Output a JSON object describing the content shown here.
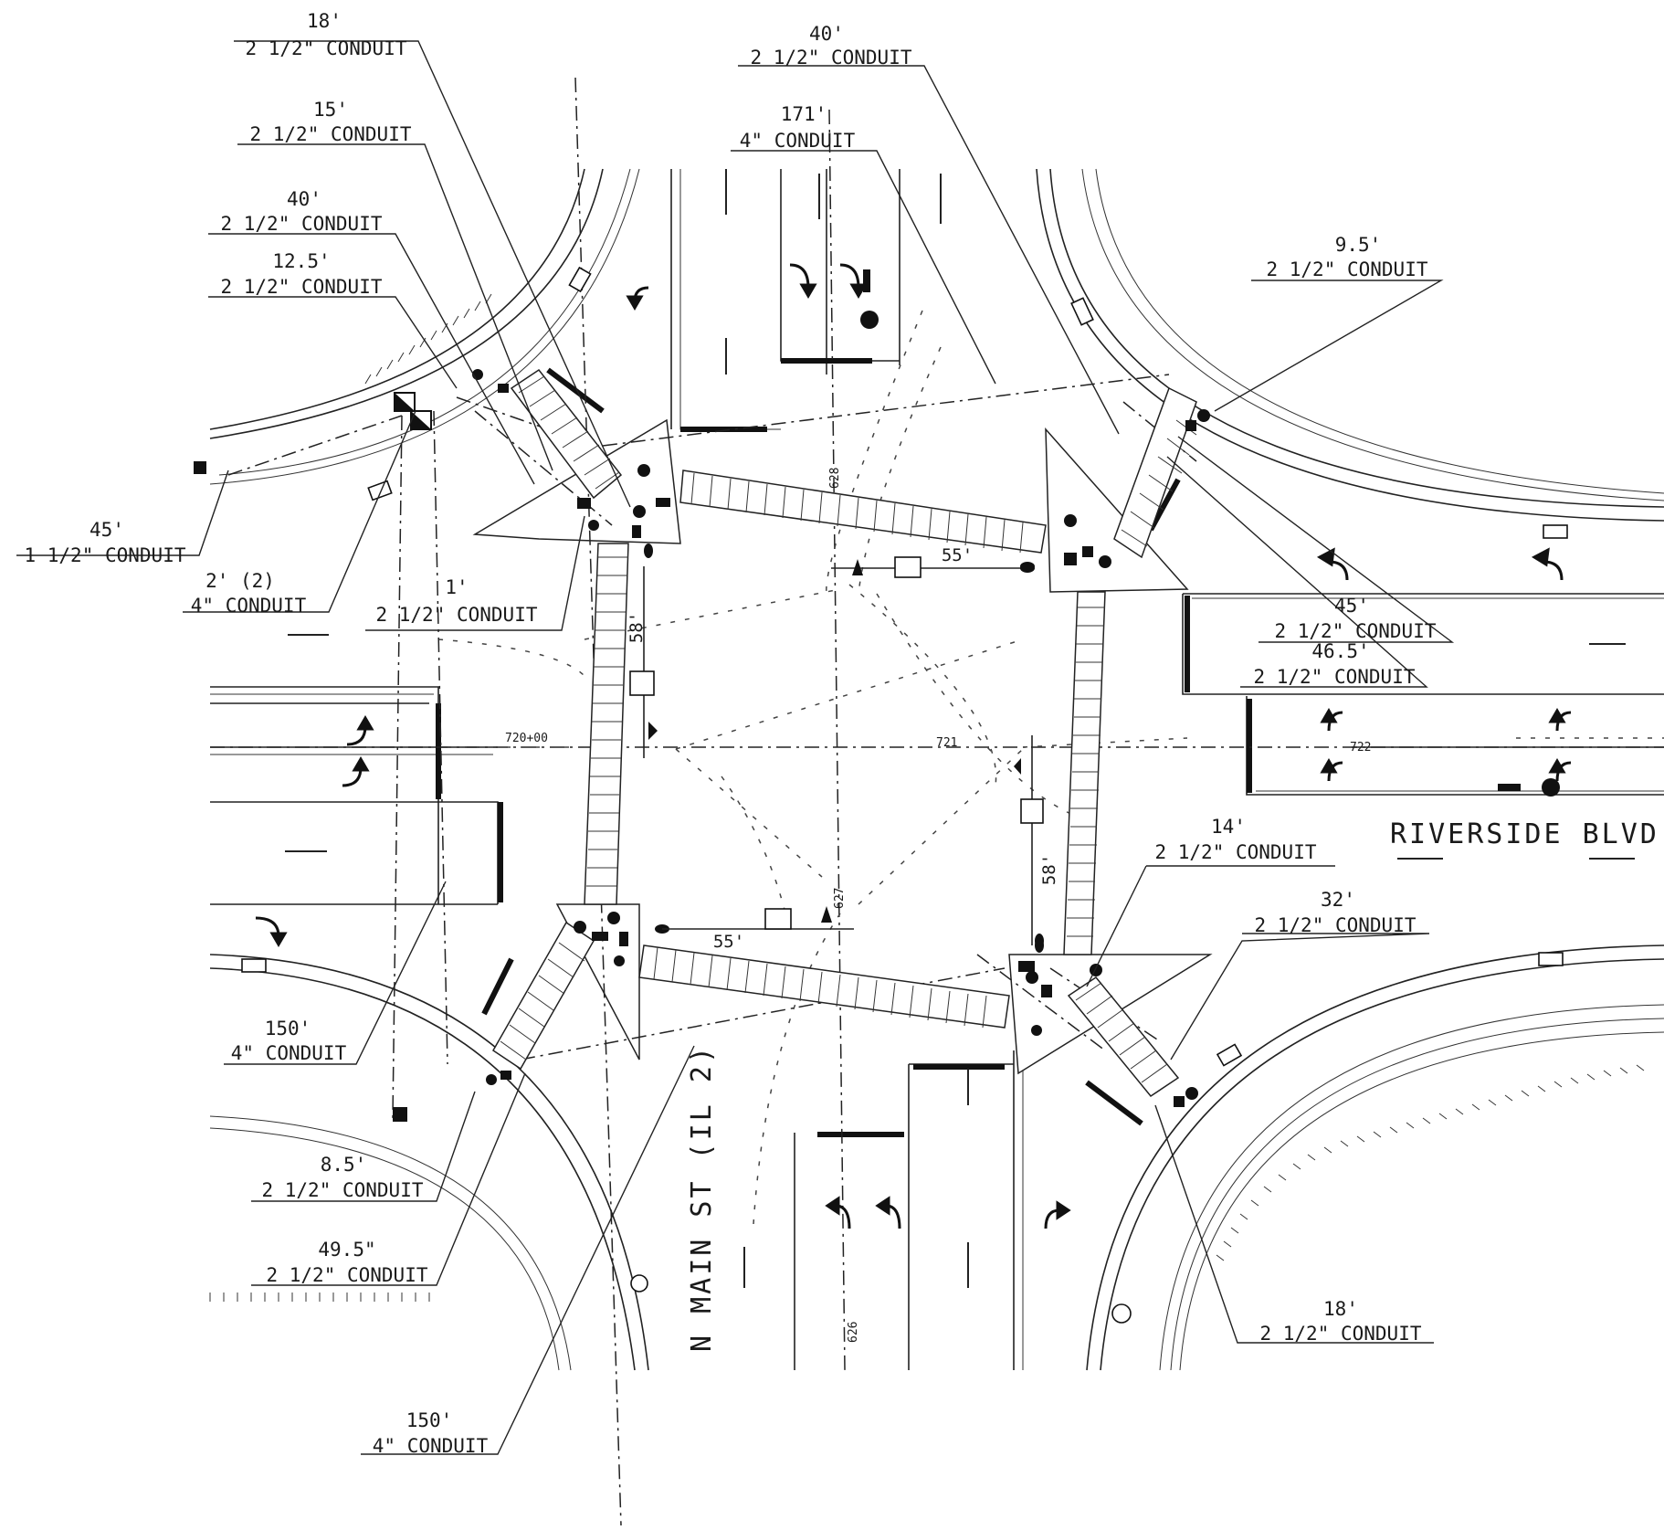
{
  "roads": {
    "cross_street": "RIVERSIDE BLVD",
    "main_street": "N MAIN ST (IL 2)"
  },
  "stations": {
    "s720": "720+00",
    "s721": "721",
    "s722": "722",
    "s626": "626",
    "s627": "627",
    "s628": "628"
  },
  "crosswalks": {
    "north": "55'",
    "south": "55'",
    "west": "58'",
    "east": "58'"
  },
  "conduit_labels": [
    {
      "length": "18'",
      "size": "2 1/2\" CONDUIT"
    },
    {
      "length": "15'",
      "size": "2 1/2\" CONDUIT"
    },
    {
      "length": "40'",
      "size": "2 1/2\" CONDUIT"
    },
    {
      "length": "12.5'",
      "size": "2 1/2\" CONDUIT"
    },
    {
      "length": "45'",
      "size": "1 1/2\" CONDUIT"
    },
    {
      "length": "2' (2)",
      "size": "4\" CONDUIT"
    },
    {
      "length": "1'",
      "size": "2 1/2\" CONDUIT"
    },
    {
      "length": "40'",
      "size": "2 1/2\" CONDUIT"
    },
    {
      "length": "171'",
      "size": "4\" CONDUIT"
    },
    {
      "length": "9.5'",
      "size": "2 1/2\" CONDUIT"
    },
    {
      "length": "45'",
      "size": "2 1/2\" CONDUIT"
    },
    {
      "length": "46.5'",
      "size": "2 1/2\" CONDUIT"
    },
    {
      "length": "14'",
      "size": "2 1/2\" CONDUIT"
    },
    {
      "length": "32'",
      "size": "2 1/2\" CONDUIT"
    },
    {
      "length": "150'",
      "size": "4\" CONDUIT"
    },
    {
      "length": "8.5'",
      "size": "2 1/2\" CONDUIT"
    },
    {
      "length": "49.5\"",
      "size": "2 1/2\" CONDUIT"
    },
    {
      "length": "150'",
      "size": "4\" CONDUIT"
    },
    {
      "length": "18'",
      "size": "2 1/2\" CONDUIT"
    }
  ]
}
